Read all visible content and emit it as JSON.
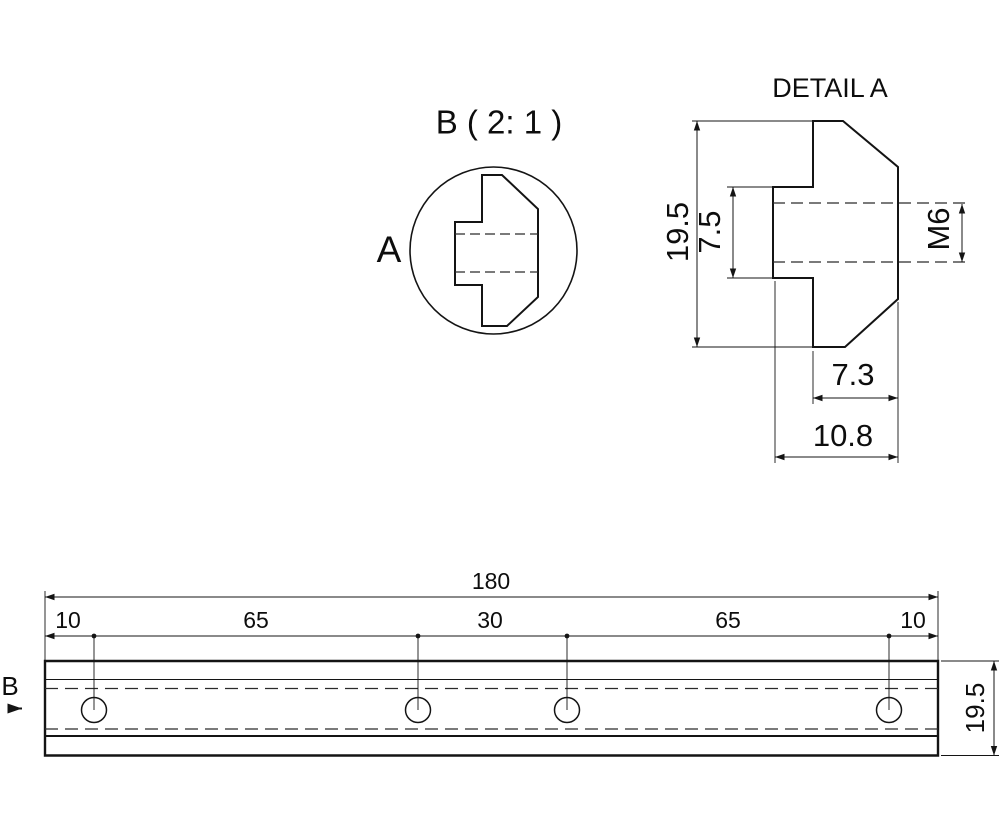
{
  "page": {
    "background_color": "#ffffff",
    "line_color": "#141414"
  },
  "section_view_b": {
    "title": "B ( 2: 1 )",
    "detail_region_label": "A"
  },
  "detail_view_a": {
    "title": "DETAIL A",
    "dims": {
      "overall_height": "19.5",
      "slot_height": "7.5",
      "thread": "M6",
      "inner_depth": "7.3",
      "overall_depth": "10.8"
    }
  },
  "front_view": {
    "section_label": "B",
    "dims": {
      "overall_length": "180",
      "offsets": [
        "10",
        "65",
        "30",
        "65",
        "10"
      ],
      "height": "19.5"
    }
  }
}
